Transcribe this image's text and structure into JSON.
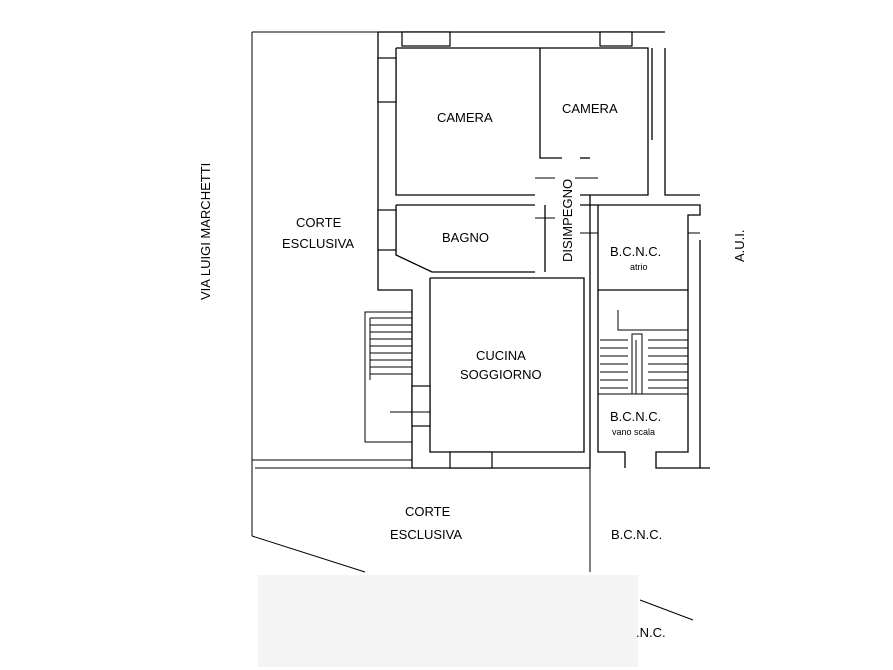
{
  "labels": {
    "via": "VIA LUIGI MARCHETTI",
    "aui": "A.U.I.",
    "corte_top_1": "CORTE",
    "corte_top_2": "ESCLUSIVA",
    "camera_1": "CAMERA",
    "camera_2": "CAMERA",
    "bagno": "BAGNO",
    "disimpegno": "DISIMPEGNO",
    "bcnc_atrio": "B.C.N.C.",
    "atrio": "atrio",
    "cucina": "CUCINA",
    "soggiorno": "SOGGIORNO",
    "bcnc_scala": "B.C.N.C.",
    "vano_scala": "vano scala",
    "corte_bottom_1": "CORTE",
    "corte_bottom_2": "ESCLUSIVA",
    "bcnc_bottom": "B.C.N.C.",
    "nc_bottom": ".N.C."
  }
}
